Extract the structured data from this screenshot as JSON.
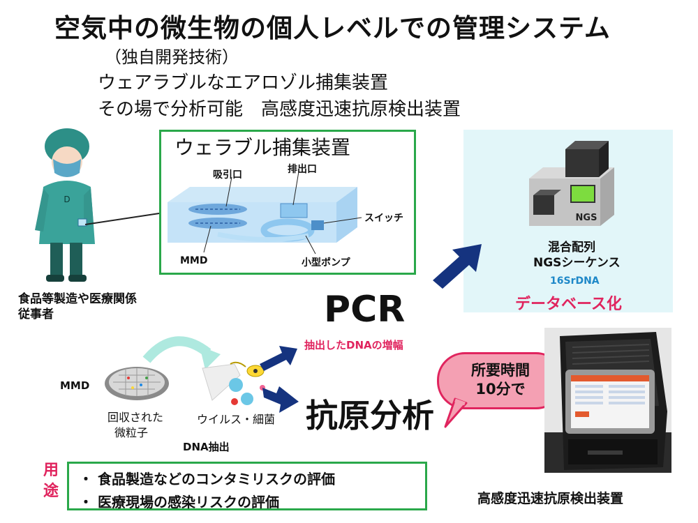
{
  "title": "空気中の微生物の個人レベルでの管理システム",
  "subtitle_lines": [
    "（独自開発技術）",
    "ウェアラブルなエアロゾル捕集装置",
    "その場で分析可能　高感度迅速抗原検出装置"
  ],
  "wearable": {
    "box_title": "ウェラブル捕集装置",
    "labels": {
      "intake": "吸引口",
      "exhaust": "排出口",
      "switch": "スイッチ",
      "mmd": "MMD",
      "pump": "小型ポンプ"
    }
  },
  "worker_caption": [
    "食品等製造や医療関係",
    "従事者"
  ],
  "ngs": {
    "device_label": "NGS",
    "caption": [
      "混合配列",
      "NGSシーケンス"
    ],
    "sub": "16SrDNA",
    "database": "データベース化"
  },
  "pcr": {
    "title": "PCR",
    "caption": "抽出したDNAの増幅"
  },
  "antigen": {
    "title": "抗原分析"
  },
  "bubble": [
    "所要時間",
    "10分で"
  ],
  "process": {
    "mmd": "MMD",
    "collected": [
      "回収された",
      "微粒子"
    ],
    "virus": "ウイルス・細菌",
    "dna": "DNA抽出"
  },
  "uses": {
    "label": [
      "用",
      "途"
    ],
    "items": [
      "・ 食品製造などのコンタミリスクの評価",
      "・ 医療現場の感染リスクの評価"
    ]
  },
  "device_caption": "高感度迅速抗原検出装置",
  "colors": {
    "green": "#2aa84a",
    "pink": "#e0245e",
    "blue_arrow": "#15337f",
    "teal_arrow": "#aee9df",
    "ngs_bg": "#e2f6f9"
  }
}
